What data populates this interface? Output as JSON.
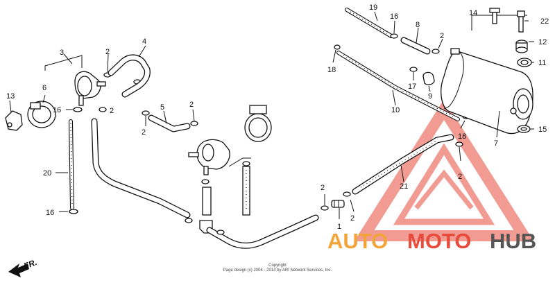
{
  "callouts": [
    "1",
    "2",
    "3",
    "4",
    "5",
    "6",
    "7",
    "8",
    "9",
    "10",
    "11",
    "12",
    "13",
    "14",
    "15",
    "16",
    "17",
    "18",
    "19",
    "20",
    "21",
    "22"
  ],
  "front_label": "FR.",
  "copyright": {
    "line1": "Copyright",
    "line2": "Page design (c) 2004 - 2014 by ARI Network Services, Inc."
  },
  "watermark": {
    "part1": "AUTO",
    "part2": "MOTO",
    "part3": "HUB",
    "color_red": "#e84a3c",
    "color_orange": "#f2a43a",
    "color_grey": "#555555"
  }
}
